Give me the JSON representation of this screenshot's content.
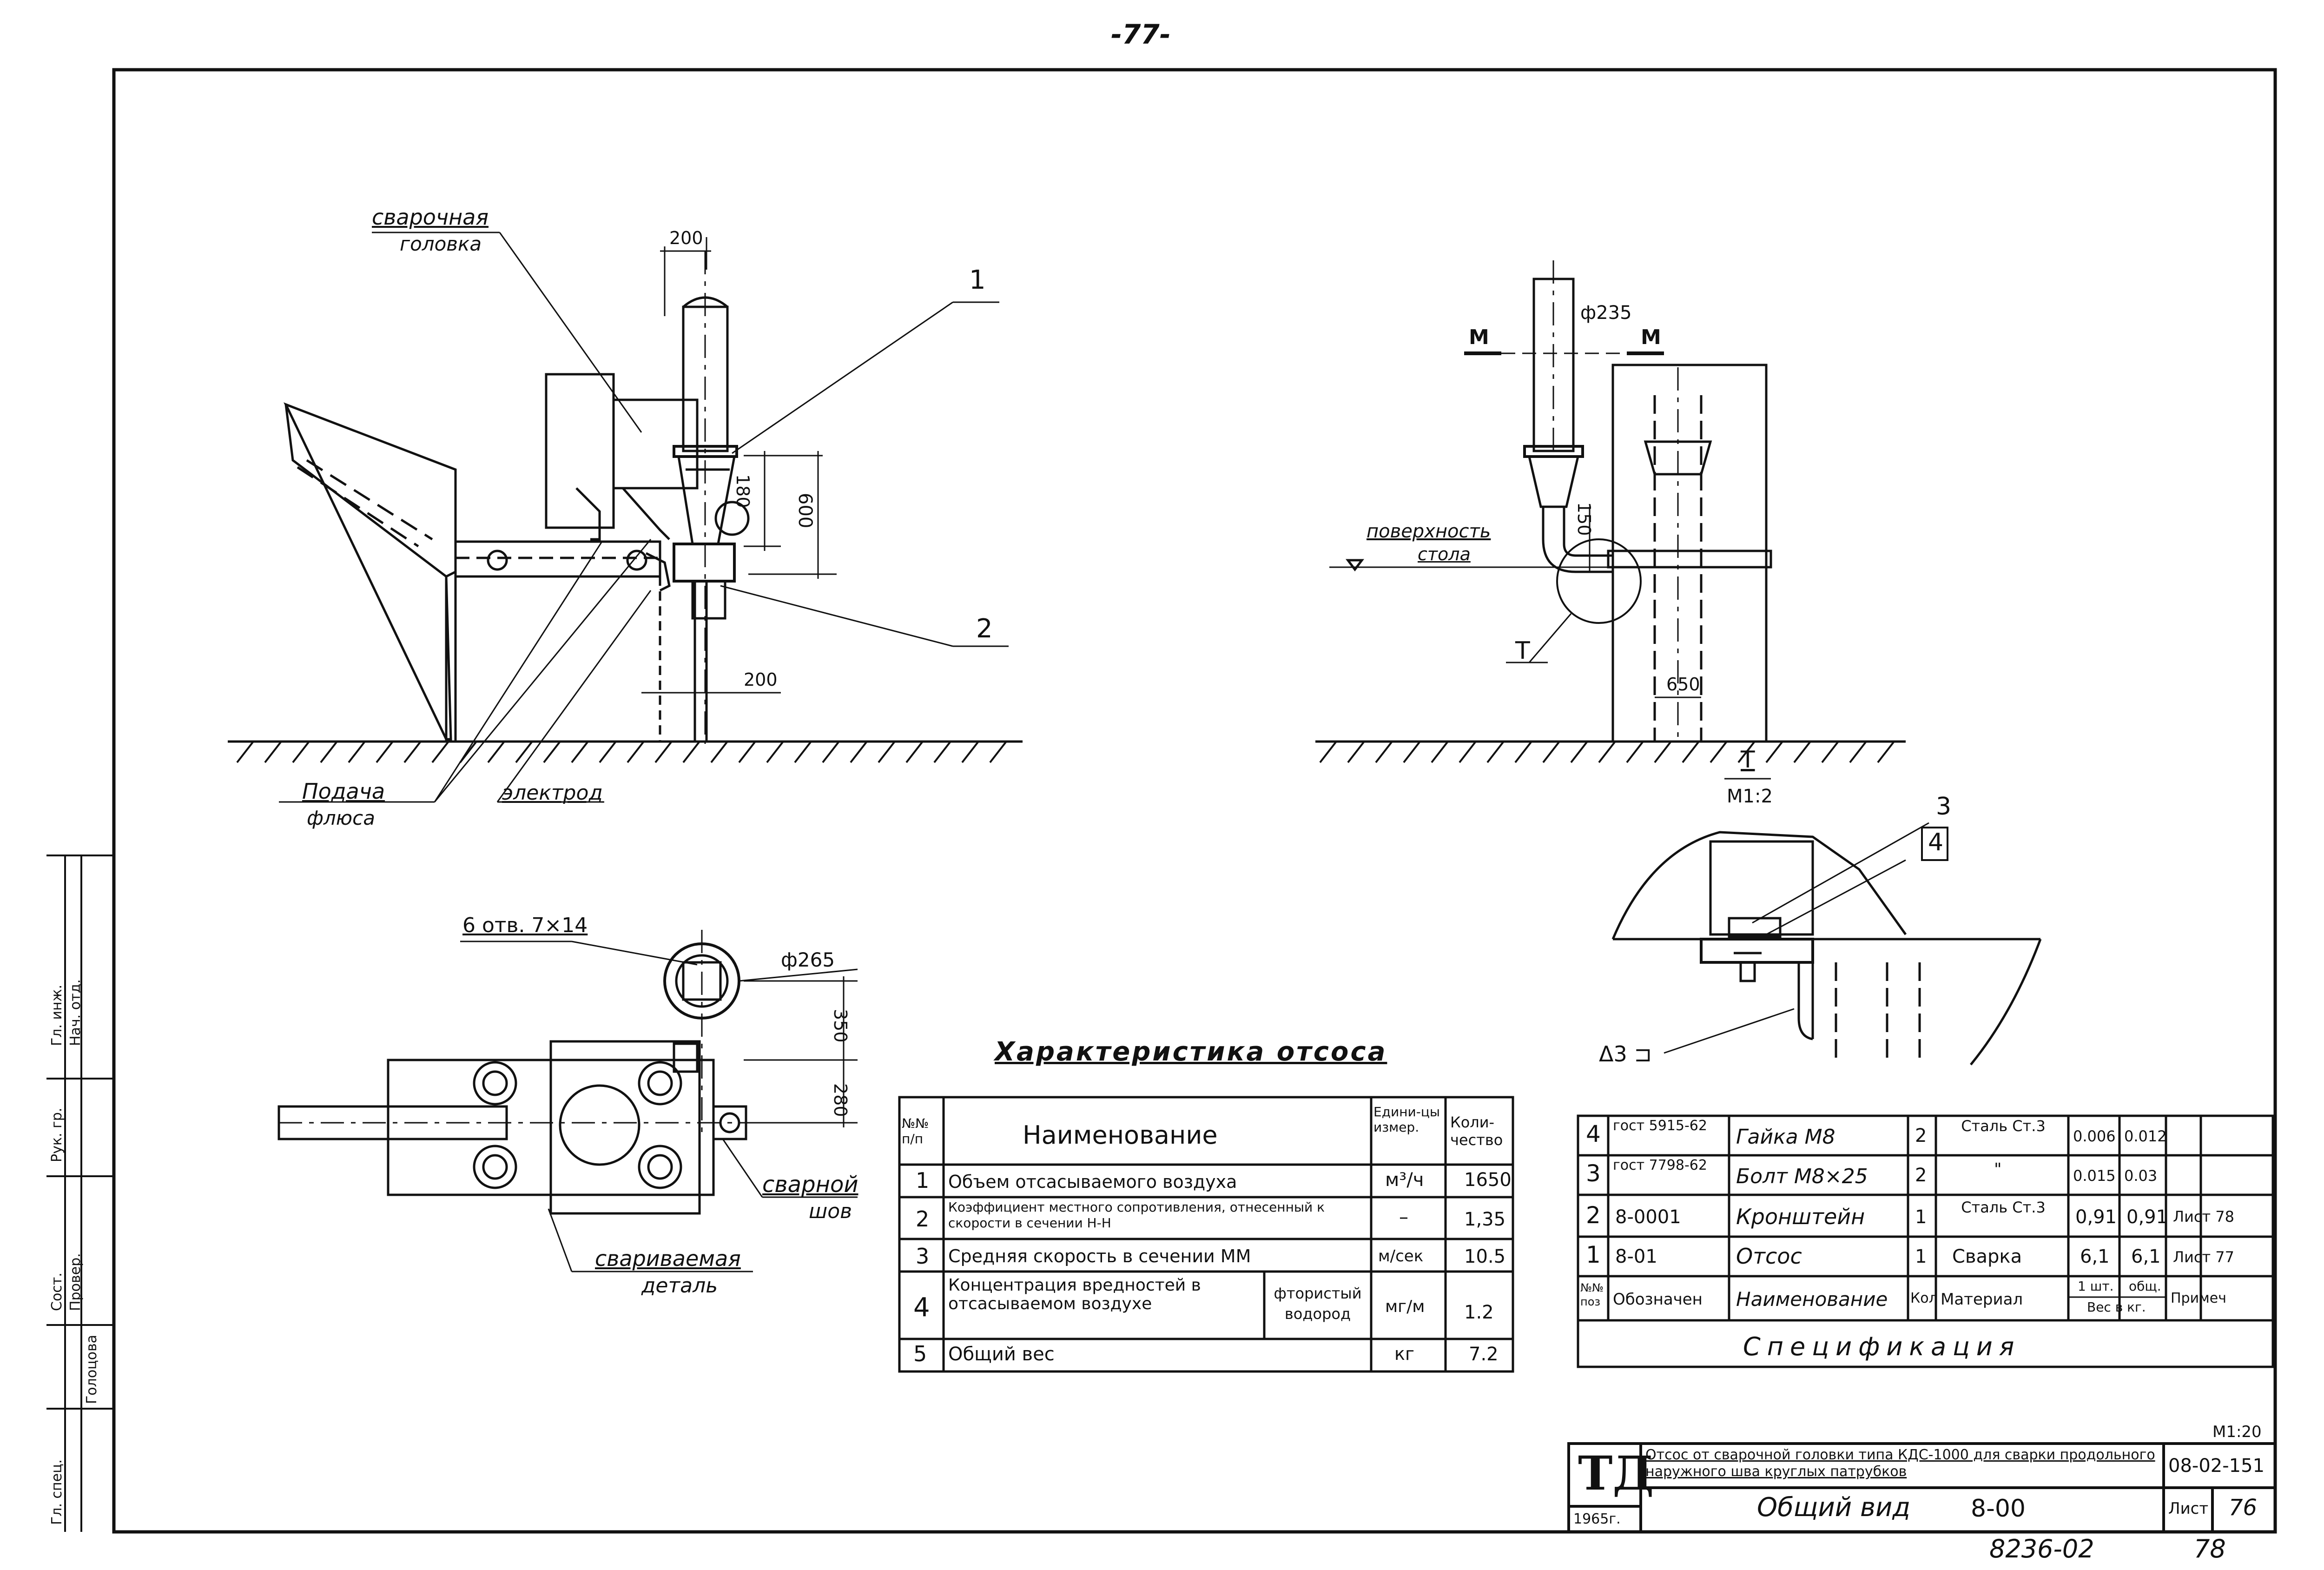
{
  "page": {
    "number_top": "-77-",
    "bottom_code": "8236-02",
    "bottom_number": "78"
  },
  "views": {
    "main": {
      "label_head": "сварочная головка",
      "label_head_l1": "сварочная",
      "label_head_l2": "головка",
      "label_flux": "Подача флюса",
      "label_flux_l1": "Подача",
      "label_flux_l2": "флюса",
      "label_electrode": "электрод",
      "dim_200_top": "200",
      "dim_200_bottom": "200",
      "dim_180": "180",
      "dim_600": "600",
      "leader_1": "1",
      "leader_2": "2"
    },
    "side": {
      "dia_235": "ф235",
      "section_m_left": "М",
      "section_m_right": "М",
      "label_surface_l1": "поверхность",
      "label_surface_l2": "стола",
      "dim_150": "150",
      "dim_650": "650",
      "callout_t": "Т"
    },
    "detail": {
      "title": "Т",
      "scale": "М1:2",
      "leader_3": "3",
      "leader_4": "4",
      "weld_mark": "Δ3 ⊐"
    },
    "plan": {
      "holes": "6 отв. 7×14",
      "dia_265": "ф265",
      "dim_350": "350",
      "dim_280": "280",
      "label_weld_l1": "сварной",
      "label_weld_l2": "шов",
      "label_part_l1": "свариваемая",
      "label_part_l2": "деталь"
    }
  },
  "characteristics": {
    "title": "Характеристика отсоса",
    "headers": {
      "num": "№№ п/п",
      "name": "Наименование",
      "unit": "Едини-цы измер.",
      "qty": "Коли-чество"
    },
    "rows": [
      {
        "num": "1",
        "name": "Объем отсасываемого воздуха",
        "unit": "м³/ч",
        "qty": "1650"
      },
      {
        "num": "2",
        "name": "Коэффициент местного сопротивления, отнесенный к скорости в сечении Н-Н",
        "unit": "–",
        "qty": "1,35"
      },
      {
        "num": "3",
        "name": "Средняя скорость в сечении ММ",
        "unit": "м/сек",
        "qty": "10.5"
      },
      {
        "num": "4",
        "name": "Концентрация вредностей в отсасываемом воздухе",
        "name_extra": "фтористый водород",
        "unit": "мг/м",
        "qty": "1.2"
      },
      {
        "num": "5",
        "name": "Общий вес",
        "unit": "кг",
        "qty": "7.2"
      }
    ]
  },
  "specification": {
    "title": "Спецификация",
    "headers": {
      "pos": "№№ поз",
      "designation": "Обозначен",
      "name": "Наименование",
      "qty": "Кол",
      "material": "Материал",
      "weight_unit": "1 шт.",
      "weight_total": "общ.",
      "weight_label": "Вес в кг.",
      "note": "Примеч"
    },
    "rows": [
      {
        "pos": "4",
        "designation": "гост 5915-62",
        "name": "Гайка М8",
        "qty": "2",
        "material": "Сталь Ст.3",
        "w1": "0.006",
        "w2": "0.012",
        "note": ""
      },
      {
        "pos": "3",
        "designation": "гост 7798-62",
        "name": "Болт М8×25",
        "qty": "2",
        "material": "\"",
        "w1": "0.015",
        "w2": "0.03",
        "note": ""
      },
      {
        "pos": "2",
        "designation": "8-0001",
        "name": "Кронштейн",
        "qty": "1",
        "material": "Сталь Ст.3",
        "w1": "0,91",
        "w2": "0,91",
        "note": "Лист 78"
      },
      {
        "pos": "1",
        "designation": "8-01",
        "name": "Отсос",
        "qty": "1",
        "material": "Сварка",
        "w1": "6,1",
        "w2": "6,1",
        "note": "Лист 77"
      }
    ]
  },
  "title_block": {
    "scale": "М1:20",
    "logo": "ТД",
    "year": "1965г.",
    "description": "Отсос от сварочной головки типа КДС-1000 для сварки продольного наружного шва круглых патрубков",
    "code": "08-02-151",
    "sheet_title": "Общий вид",
    "drawing_no": "8-00",
    "sheet_label": "Лист",
    "sheet_no": "76"
  },
  "margin_stamp": {
    "lines": [
      "Гл. инж.",
      "Нач. отд.",
      "Рук. гр.",
      "Сост.",
      "Провер.",
      "Гл. спец.",
      "Голоцова"
    ]
  }
}
